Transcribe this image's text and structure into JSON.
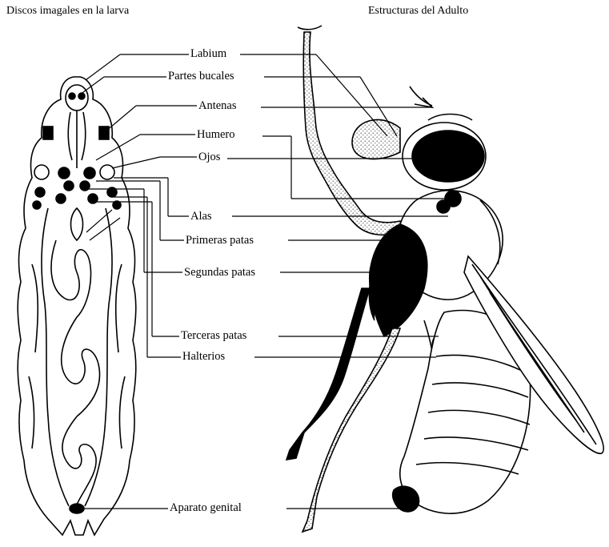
{
  "titles": {
    "larva": "Discos imagales en la larva",
    "adult": "Estructuras del Adulto"
  },
  "labels": [
    {
      "key": "labium",
      "text": "Labium"
    },
    {
      "key": "mouthparts",
      "text": "Partes bucales"
    },
    {
      "key": "antennae",
      "text": "Antenas"
    },
    {
      "key": "humerus",
      "text": "Humero"
    },
    {
      "key": "eyes",
      "text": "Ojos"
    },
    {
      "key": "wings",
      "text": "Alas"
    },
    {
      "key": "first-legs",
      "text": "Primeras patas"
    },
    {
      "key": "second-legs",
      "text": "Segundas patas"
    },
    {
      "key": "third-legs",
      "text": "Terceras patas"
    },
    {
      "key": "halteres",
      "text": "Halterios"
    },
    {
      "key": "genitalia",
      "text": "Aparato genital"
    }
  ],
  "colors": {
    "ink": "#000000",
    "stipple": "#8a8a8a",
    "paper": "#ffffff"
  }
}
